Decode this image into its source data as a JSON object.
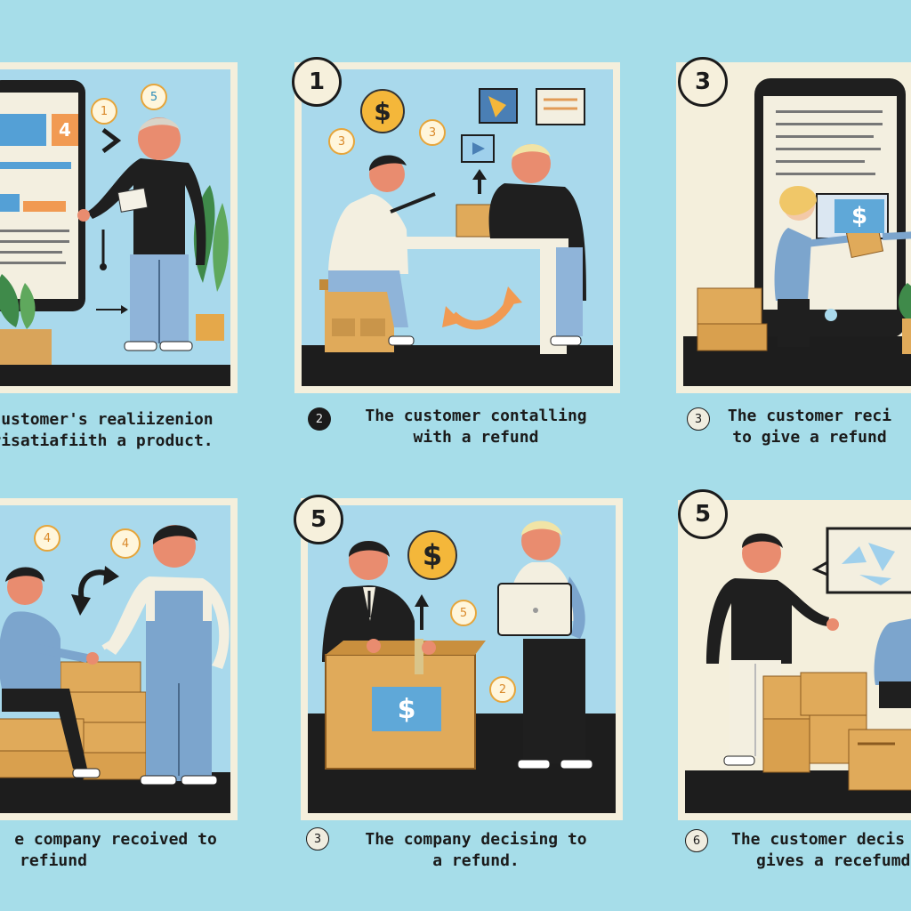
{
  "panels": [
    {
      "badge": "",
      "caption_dot": "",
      "caption_lines": [
        "customer's realiizenion",
        "risatiafiith a product."
      ],
      "floating_labels": [
        "1",
        "5",
        "4"
      ],
      "colors": {
        "bg": "#a9d9ec",
        "floor": "#1d1d1d"
      }
    },
    {
      "badge": "1",
      "caption_dot": "2",
      "caption_lines": [
        "The customer contalling",
        "with a refund"
      ],
      "coin_symbol": "$",
      "floating_labels": [
        "3",
        "3"
      ],
      "colors": {
        "bg": "#a9d9ec",
        "floor": "#1d1d1d"
      }
    },
    {
      "badge": "3",
      "caption_dot": "3",
      "caption_lines": [
        "The customer reci",
        "to give a refund"
      ],
      "screen_symbol": "$",
      "colors": {
        "bg": "#f4efdc",
        "floor": "#1d1d1d"
      }
    },
    {
      "badge": "",
      "caption_dot": "",
      "caption_lines": [
        "e company recoived to",
        "refiund"
      ],
      "floating_labels": [
        "4",
        "4"
      ],
      "colors": {
        "bg": "#a9d9ec",
        "floor": "#1d1d1d"
      }
    },
    {
      "badge": "5",
      "caption_dot": "3",
      "caption_lines": [
        "The company decising to",
        "a refund."
      ],
      "coin_symbol": "$",
      "box_symbol": "$",
      "floating_labels": [
        "5",
        "2"
      ],
      "colors": {
        "bg": "#a9d9ec",
        "floor": "#1d1d1d"
      }
    },
    {
      "badge": "5",
      "caption_dot": "6",
      "caption_lines": [
        "The customer decis",
        "gives a recefumd"
      ],
      "colors": {
        "bg": "#f4efdc",
        "floor": "#1d1d1d"
      }
    }
  ]
}
